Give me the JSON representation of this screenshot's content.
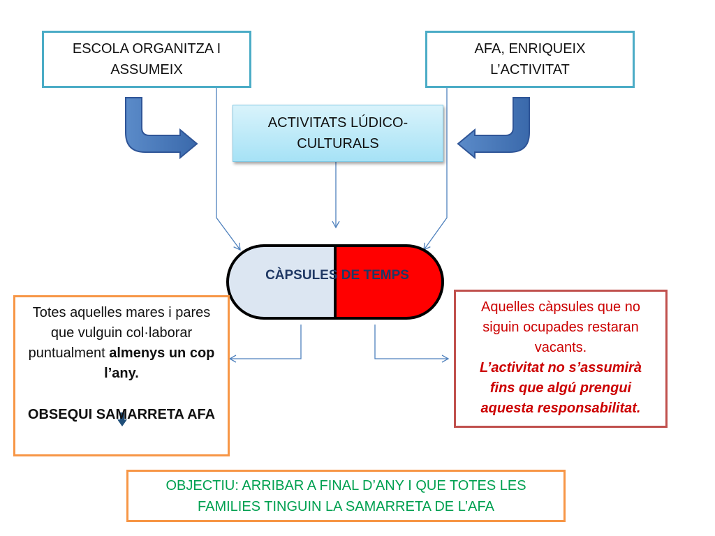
{
  "boxes": {
    "left": "ESCOLA ORGANITZA I ASSUMEIX",
    "right": "AFA, ENRIQUEIX L’ACTIVITAT",
    "center": "ACTIVITATS LÚDICO-CULTURALS",
    "capsule": "CÀPSULES DE TEMPS"
  },
  "parents": {
    "line1": "Totes aquelles mares i pares que vulguin col·laborar puntualment ",
    "bold": "almenys un cop l’any.",
    "result": "OBSEQUI SAMARRETA AFA"
  },
  "vacant": {
    "line1": "Aquelles càpsules que no siguin ocupades restaran vacants.",
    "bold": "L’activitat no s’assumirà fins que algú prengui aquesta responsabilitat."
  },
  "goal": "OBJECTIU: ARRIBAR A FINAL D’ANY I QUE TOTES LES FAMILIES TINGUIN LA SAMARRETA DE L’AFA",
  "colors": {
    "box_blue": "#4bacc6",
    "box_orange": "#f79646",
    "box_red": "#c0504d",
    "capsule_left": "#dce6f2",
    "capsule_right": "#ff0000",
    "big_arrow": "#4f81bd",
    "goal_text": "#00a050",
    "vacant_text": "#cc0000"
  }
}
